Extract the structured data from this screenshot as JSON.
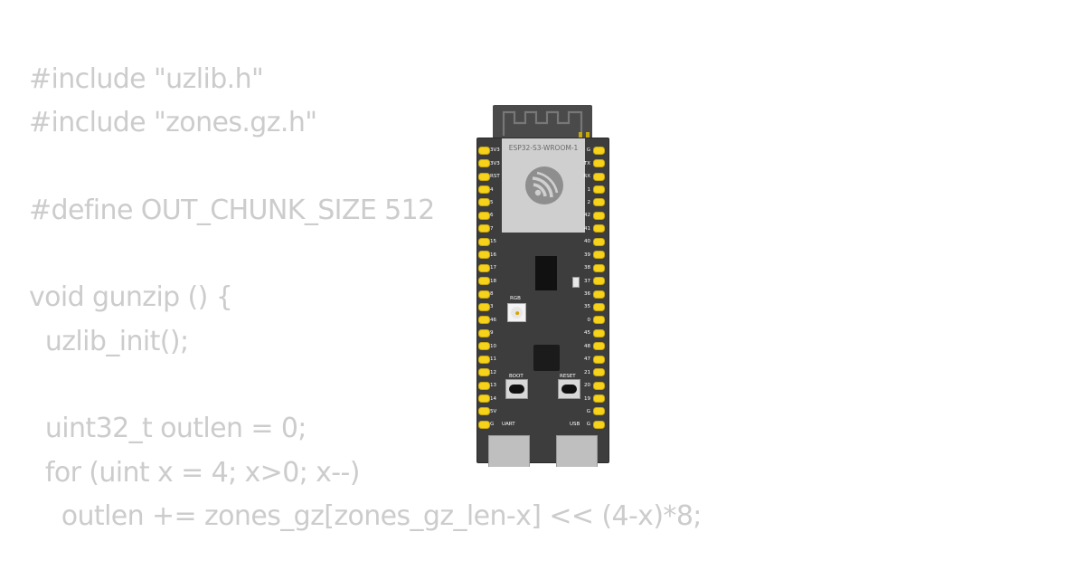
{
  "code_lines": [
    "#include \"uzlib.h\"",
    "#include \"zones.gz.h\"",
    "",
    "#define OUT_CHUNK_SIZE 512",
    "",
    "void gunzip () {",
    "  uzlib_init();",
    "",
    "  uint32_t outlen = 0;",
    "  for (uint x = 4; x>0; x--)",
    "    outlen += zones_gz[zones_gz_len-x] << (4-x)*8;"
  ],
  "board": {
    "module_label": "ESP32-S3-WROOM-1",
    "left_pins": [
      "3V3",
      "3V3",
      "RST",
      "4",
      "5",
      "6",
      "7",
      "15",
      "16",
      "17",
      "18",
      "8",
      "3",
      "46",
      "9",
      "10",
      "11",
      "12",
      "13",
      "14",
      "5V",
      "G"
    ],
    "right_pins": [
      "G",
      "TX",
      "RX",
      "1",
      "2",
      "42",
      "41",
      "40",
      "39",
      "38",
      "37",
      "36",
      "35",
      "0",
      "45",
      "48",
      "47",
      "21",
      "20",
      "19",
      "G",
      "G"
    ],
    "rgb_label": "RGB",
    "boot_label": "BOOT",
    "reset_label": "RESET",
    "uart_label": "UART",
    "usb_label": "USB"
  },
  "colors": {
    "code_text": "#cccccc",
    "pcb": "#3d3d3d",
    "pin_pad": "#f7d21b"
  }
}
